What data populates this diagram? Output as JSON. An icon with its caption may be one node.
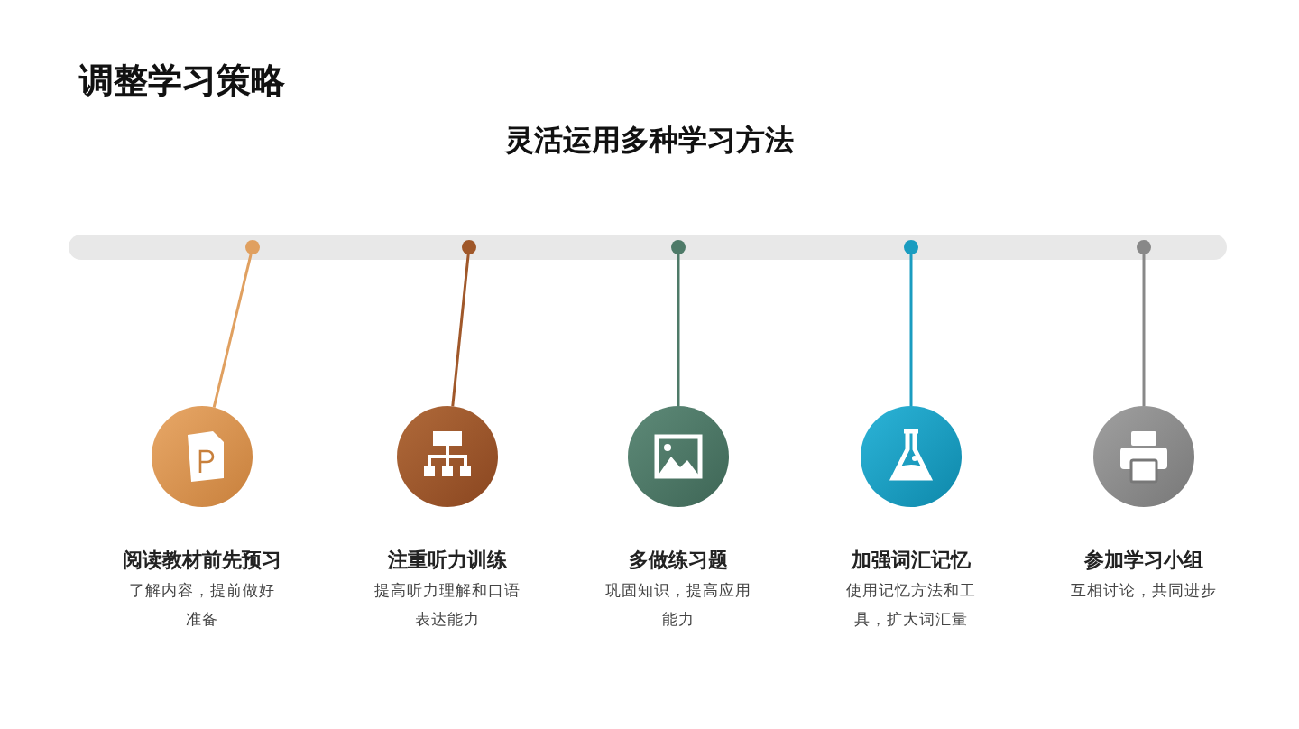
{
  "diagram": {
    "title": "调整学习策略",
    "nodes": [
      {
        "text": [],
        "shape": "bar"
      },
      {
        "text": [],
        "shape": "circle",
        "in": 0
      },
      {
        "text": [],
        "shape": "circle",
        "in": 0
      },
      {
        "text": [],
        "shape": "circle",
        "in": 0
      },
      {
        "text": [],
        "shape": "circle",
        "in": 0
      },
      {
        "text": [],
        "shape": "circle",
        "in": 0
      },
      {
        "text": [
          "阅读教材前先预习",
          "了解内容，提前做好准备"
        ]
      },
      {
        "text": [
          "注重听力训练",
          "提高听力理解和口语表达能力"
        ]
      },
      {
        "text": [
          "多做练习题",
          "巩固知识，提高应用能力"
        ]
      },
      {
        "text": [
          "加强词汇记忆",
          "使用记忆方法和工具，扩大词汇量"
        ]
      },
      {
        "text": [
          "参加学习小组",
          "互相讨论，共同进步"
        ]
      }
    ],
    "edges": [
      {
        "from": 1,
        "to": 6,
        "arrow": "none",
        "color": "#e0a060"
      },
      {
        "from": 2,
        "to": 7,
        "arrow": "none",
        "color": "#a0582a"
      },
      {
        "from": 3,
        "to": 8,
        "arrow": "none",
        "color": "#4e7a68"
      },
      {
        "from": 4,
        "to": 9,
        "arrow": "none",
        "color": "#1a9cc0"
      },
      {
        "from": 5,
        "to": 10,
        "arrow": "none",
        "color": "#888888"
      }
    ],
    "labels": [
      "灵活运用多种学习方法"
    ]
  }
}
